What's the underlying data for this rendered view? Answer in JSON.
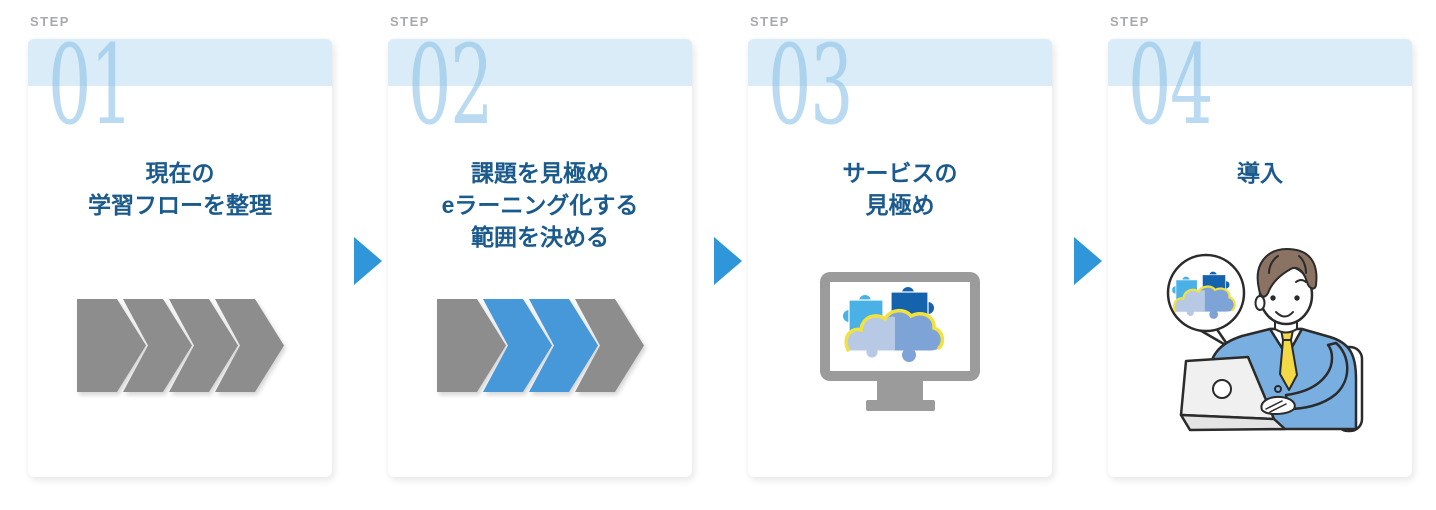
{
  "diagram": {
    "type": "process-steps",
    "step_count": 4,
    "connector_symbol": "▶"
  },
  "steps": [
    {
      "label": "STEP",
      "number": "01",
      "title_lines": [
        "現在の",
        "学習フローを整理"
      ],
      "illustration": "chevron-flow-arrows",
      "chevron_colors": [
        "#8d8d8d",
        "#8d8d8d",
        "#8d8d8d",
        "#8d8d8d"
      ]
    },
    {
      "label": "STEP",
      "number": "02",
      "title_lines": [
        "課題を見極め",
        "eラーニング化する",
        "範囲を決める"
      ],
      "illustration": "chevron-flow-arrows-highlighted",
      "chevron_colors": [
        "#8d8d8d",
        "#4698d8",
        "#4698d8",
        "#8d8d8d"
      ]
    },
    {
      "label": "STEP",
      "number": "03",
      "title_lines": [
        "サービスの",
        "見極め"
      ],
      "illustration": "monitor-with-puzzle-cloud"
    },
    {
      "label": "STEP",
      "number": "04",
      "title_lines": [
        "導入"
      ],
      "illustration": "person-at-laptop-with-speech-bubble"
    }
  ],
  "colors": {
    "background": "#ffffff",
    "card_band": "#daecf7",
    "step_number": "#8fc4e8",
    "title_text": "#1a5a8c",
    "step_label": "#a7aaad",
    "chevron_gray": "#8d8d8d",
    "chevron_blue": "#4698d8",
    "connector_arrow": "#2e96d9",
    "monitor_frame": "#9b9b9b",
    "puzzle_light_blue": "#49b1e6",
    "puzzle_dark_blue": "#1563ad",
    "puzzle_pale_blue": "#b7c9e5",
    "puzzle_medium_blue": "#7ea3d6",
    "cloud_outline_yellow": "#f2e33c",
    "suit_blue": "#79afe0",
    "tie_yellow": "#f3d945",
    "hair_brown": "#8b7364",
    "outline_ink": "#2b2b2b"
  }
}
